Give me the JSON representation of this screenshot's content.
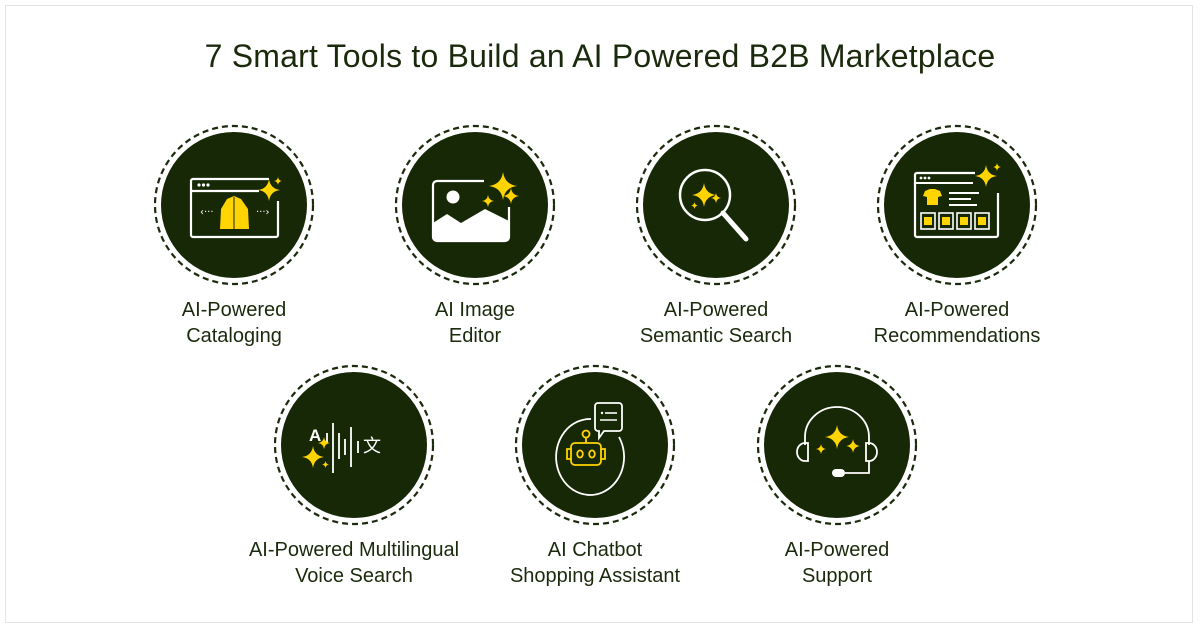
{
  "title": "7 Smart Tools to Build an AI Powered B2B Marketplace",
  "colors": {
    "circle": "#172806",
    "accent": "#ffd400",
    "text": "#1b2a0c"
  },
  "tools": [
    {
      "line1": "AI-Powered",
      "line2": "Cataloging",
      "icon": "catalog-browser-icon"
    },
    {
      "line1": "AI Image",
      "line2": "Editor",
      "icon": "image-sparkle-icon"
    },
    {
      "line1": "AI-Powered",
      "line2": "Semantic Search",
      "icon": "magnifier-sparkle-icon"
    },
    {
      "line1": "AI-Powered",
      "line2": "Recommendations",
      "icon": "product-grid-icon"
    },
    {
      "line1": "AI-Powered Multilingual",
      "line2": "Voice Search",
      "icon": "voice-translate-icon"
    },
    {
      "line1": "AI Chatbot",
      "line2": "Shopping Assistant",
      "icon": "robot-chat-icon"
    },
    {
      "line1": "AI-Powered",
      "line2": "Support",
      "icon": "headset-sparkle-icon"
    }
  ]
}
